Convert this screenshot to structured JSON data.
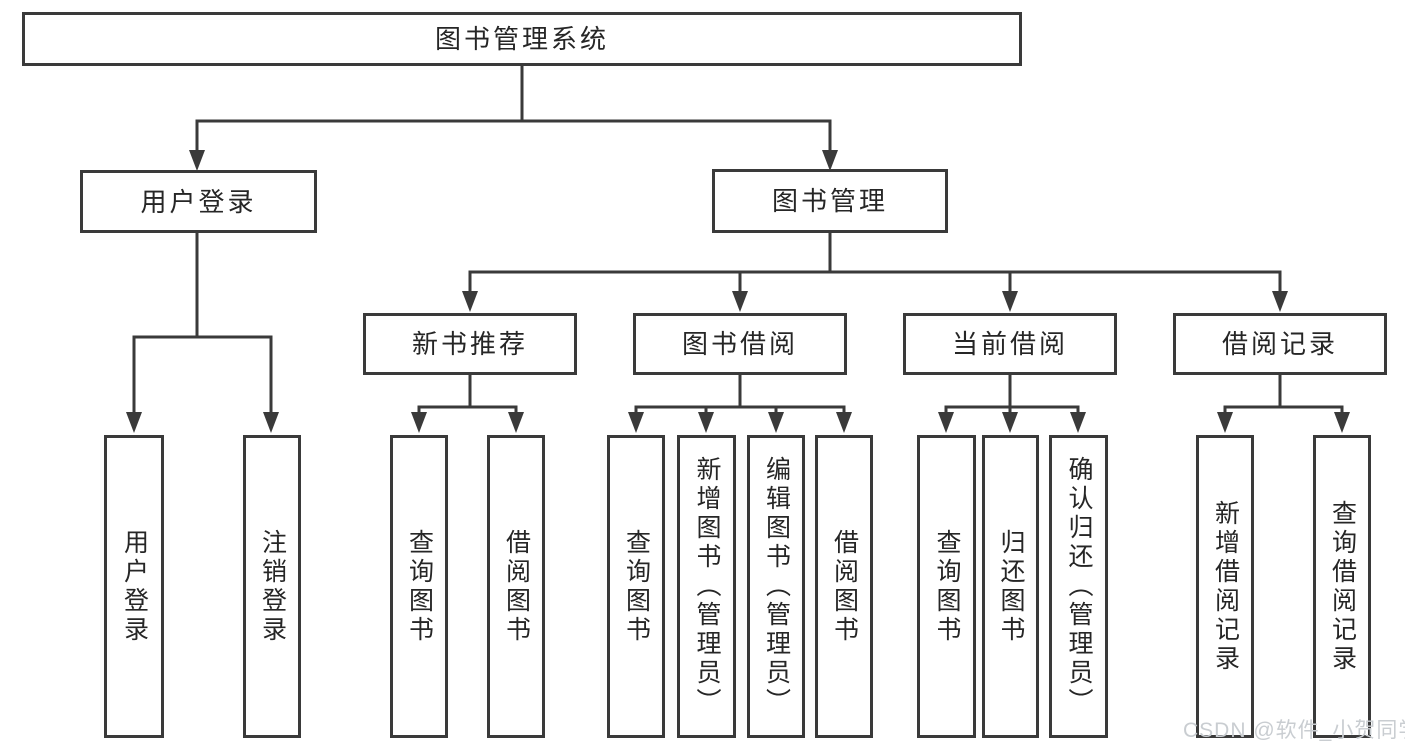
{
  "diagram": {
    "root": {
      "label": "图书管理系统"
    },
    "level2": [
      {
        "label": "用户登录"
      },
      {
        "label": "图书管理"
      }
    ],
    "level3": [
      {
        "label": "新书推荐"
      },
      {
        "label": "图书借阅"
      },
      {
        "label": "当前借阅"
      },
      {
        "label": "借阅记录"
      }
    ],
    "leaves": [
      {
        "parent": "用户登录",
        "label": "用户登录"
      },
      {
        "parent": "用户登录",
        "label": "注销登录"
      },
      {
        "parent": "新书推荐",
        "label": "查询图书"
      },
      {
        "parent": "新书推荐",
        "label": "借阅图书"
      },
      {
        "parent": "图书借阅",
        "label": "查询图书"
      },
      {
        "parent": "图书借阅",
        "label": "新增图书（管理员）"
      },
      {
        "parent": "图书借阅",
        "label": "编辑图书（管理员）"
      },
      {
        "parent": "图书借阅",
        "label": "借阅图书"
      },
      {
        "parent": "当前借阅",
        "label": "查询图书"
      },
      {
        "parent": "当前借阅",
        "label": "归还图书"
      },
      {
        "parent": "当前借阅",
        "label": "确认归还（管理员）"
      },
      {
        "parent": "借阅记录",
        "label": "新增借阅记录"
      },
      {
        "parent": "借阅记录",
        "label": "查询借阅记录"
      }
    ],
    "colors": {
      "line": "#3a3a3a",
      "box_border": "#3a3a3a",
      "box_fill": "#ffffff",
      "text": "#262626",
      "watermark": "#c9cdd1"
    }
  },
  "watermark": {
    "text": "CSDN @软件_小贺同学"
  }
}
